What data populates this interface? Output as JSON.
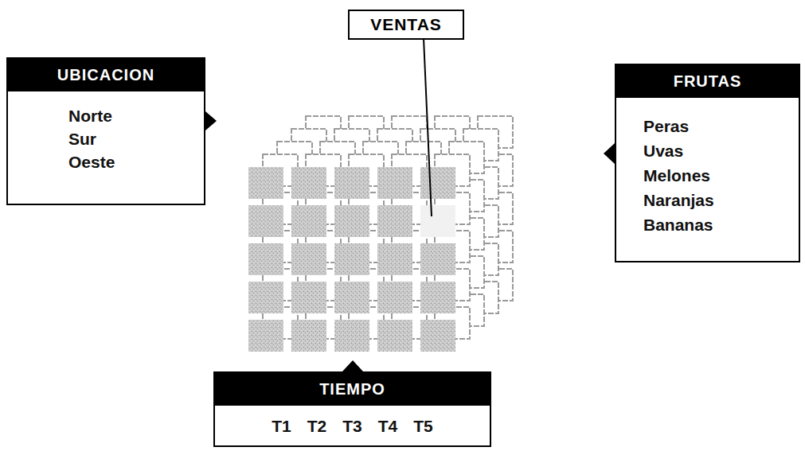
{
  "diagram": {
    "nodes": [
      {
        "text": [
          "VENTAS"
        ]
      },
      {
        "text": [
          "UBICACION",
          "Norte",
          "Sur",
          "Oeste"
        ]
      },
      {
        "text": [
          "FRUTAS",
          "Peras",
          "Uvas",
          "Melones",
          "Naranjas",
          "Bananas"
        ]
      },
      {
        "text": [
          "TIEMPO",
          "T1",
          "T2",
          "T3",
          "T4",
          "T5"
        ]
      }
    ]
  }
}
